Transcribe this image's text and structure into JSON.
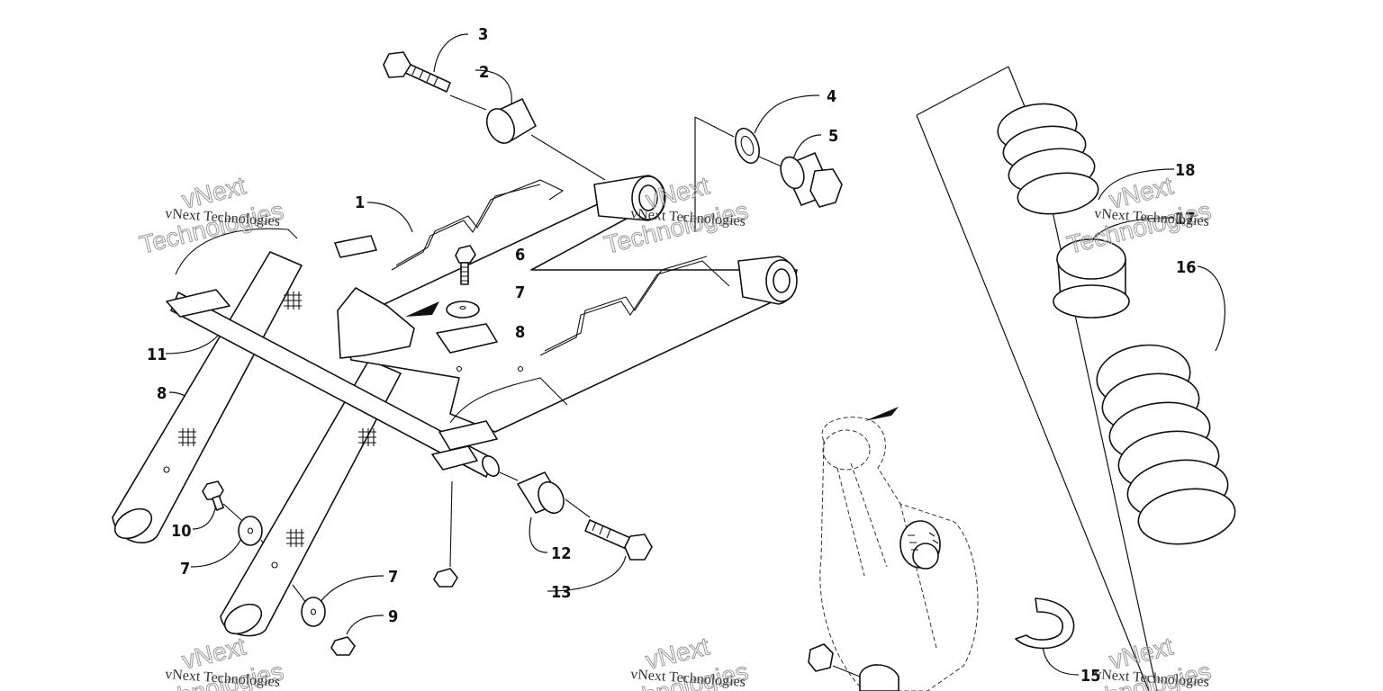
{
  "diagram": {
    "type": "exploded-parts-view",
    "callouts": [
      {
        "id": "c3",
        "label": "3"
      },
      {
        "id": "c2",
        "label": "2"
      },
      {
        "id": "c4",
        "label": "4"
      },
      {
        "id": "c5",
        "label": "5"
      },
      {
        "id": "c1",
        "label": "1"
      },
      {
        "id": "c6",
        "label": "6"
      },
      {
        "id": "c7a",
        "label": "7"
      },
      {
        "id": "c8a",
        "label": "8"
      },
      {
        "id": "c11",
        "label": "11"
      },
      {
        "id": "c8b",
        "label": "8"
      },
      {
        "id": "c10",
        "label": "10"
      },
      {
        "id": "c7b",
        "label": "7"
      },
      {
        "id": "c7c",
        "label": "7"
      },
      {
        "id": "c9",
        "label": "9"
      },
      {
        "id": "c12",
        "label": "12"
      },
      {
        "id": "c13",
        "label": "13"
      },
      {
        "id": "c18",
        "label": "18"
      },
      {
        "id": "c17",
        "label": "17"
      },
      {
        "id": "c16",
        "label": "16"
      },
      {
        "id": "c15",
        "label": "15"
      }
    ]
  },
  "watermarks": {
    "small": "vNext Technologies",
    "big_line1": "vNext",
    "big_line2": "Technologies"
  },
  "colors": {
    "ink": "#111111",
    "watermark": "#9a9a9a",
    "background": "#ffffff"
  }
}
